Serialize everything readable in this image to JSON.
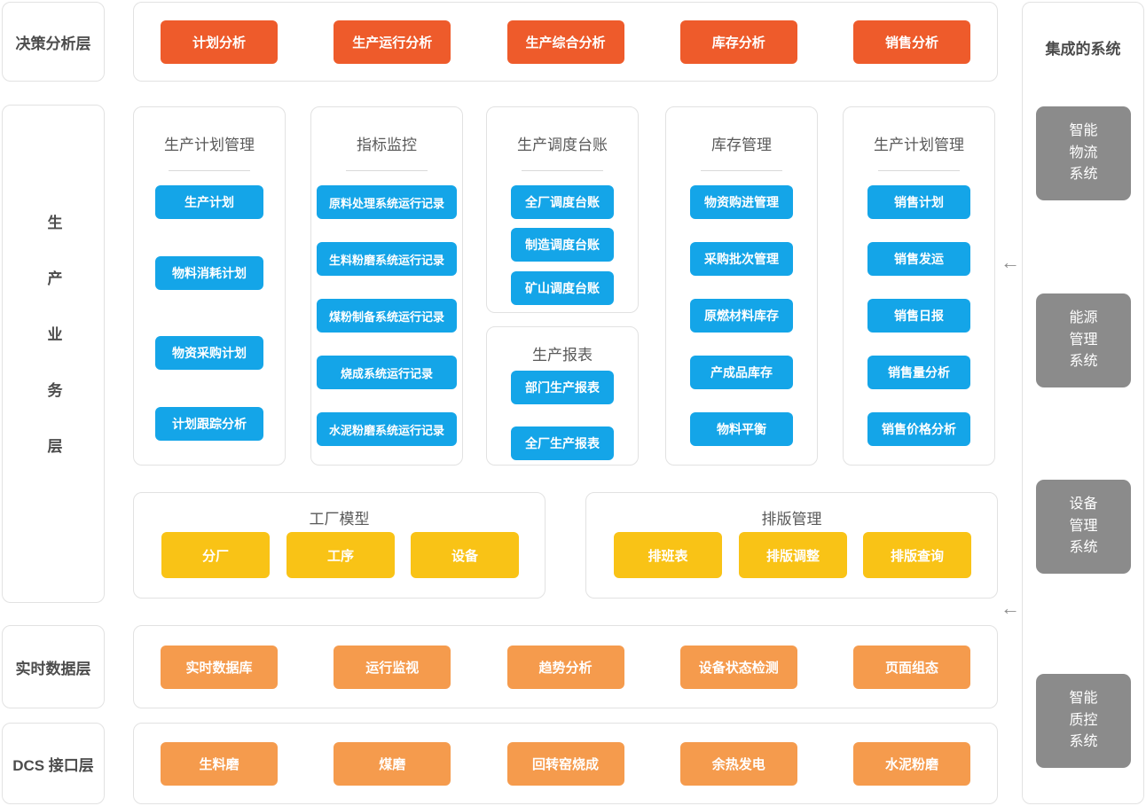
{
  "colors": {
    "c-red": "#ee5b2b",
    "c-blue": "#14a5e8",
    "c-yellow": "#f9c316",
    "c-orange": "#f59b4d",
    "c-gray": "#8b8b8b"
  },
  "icons": {
    "flow_arrow": "←"
  },
  "layers": {
    "decision": "决策分析层",
    "production": "生产业务层",
    "realtime": "实时数据层",
    "dcs": "DCS 接口层"
  },
  "decision_row": {
    "buttons": [
      "计划分析",
      "生产运行分析",
      "生产综合分析",
      "库存分析",
      "销售分析"
    ]
  },
  "panels": [
    {
      "title": "生产计划管理",
      "buttons": [
        "生产计划",
        "物料消耗计划",
        "物资采购计划",
        "计划跟踪分析"
      ]
    },
    {
      "title": "指标监控",
      "buttons": [
        "原料处理系统运行记录",
        "生料粉磨系统运行记录",
        "煤粉制备系统运行记录",
        "烧成系统运行记录",
        "水泥粉磨系统运行记录"
      ]
    },
    {
      "title": "生产调度台账",
      "buttons": [
        "全厂调度台账",
        "制造调度台账",
        "矿山调度台账"
      ]
    },
    {
      "title": "生产报表",
      "buttons": [
        "部门生产报表",
        "全厂生产报表"
      ]
    },
    {
      "title": "库存管理",
      "buttons": [
        "物资购进管理",
        "采购批次管理",
        "原燃材料库存",
        "产成品库存",
        "物料平衡"
      ]
    },
    {
      "title": "生产计划管理",
      "buttons": [
        "销售计划",
        "销售发运",
        "销售日报",
        "销售量分析",
        "销售价格分析"
      ]
    }
  ],
  "factory_model": {
    "title": "工厂模型",
    "buttons": [
      "分厂",
      "工序",
      "设备"
    ]
  },
  "layout_mgmt": {
    "title": "排版管理",
    "buttons": [
      "排班表",
      "排版调整",
      "排版查询"
    ]
  },
  "realtime_row": {
    "buttons": [
      "实时数据库",
      "运行监视",
      "趋势分析",
      "设备状态检测",
      "页面组态"
    ]
  },
  "dcs_row": {
    "buttons": [
      "生料磨",
      "煤磨",
      "回转窑烧成",
      "余热发电",
      "水泥粉磨"
    ]
  },
  "integrated": {
    "title": "集成的系统",
    "systems": [
      "智能\n物流\n系统",
      "能源\n管理\n系统",
      "设备\n管理\n系统",
      "智能\n质控\n系统"
    ]
  }
}
